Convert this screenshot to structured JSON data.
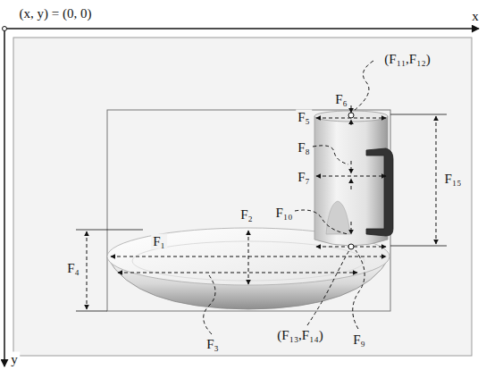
{
  "diagram": {
    "labels": [
      "(x, y) = (0, 0)",
      "x",
      "y",
      "(F₁₁,F₁₂)",
      "F₆",
      "F₅",
      "F₈",
      "F₇",
      "F₁₅",
      "F₁₀",
      "F₂",
      "F₁",
      "F₄",
      "F₃",
      "(F₁₃,F₁₄)",
      "F₉"
    ]
  }
}
